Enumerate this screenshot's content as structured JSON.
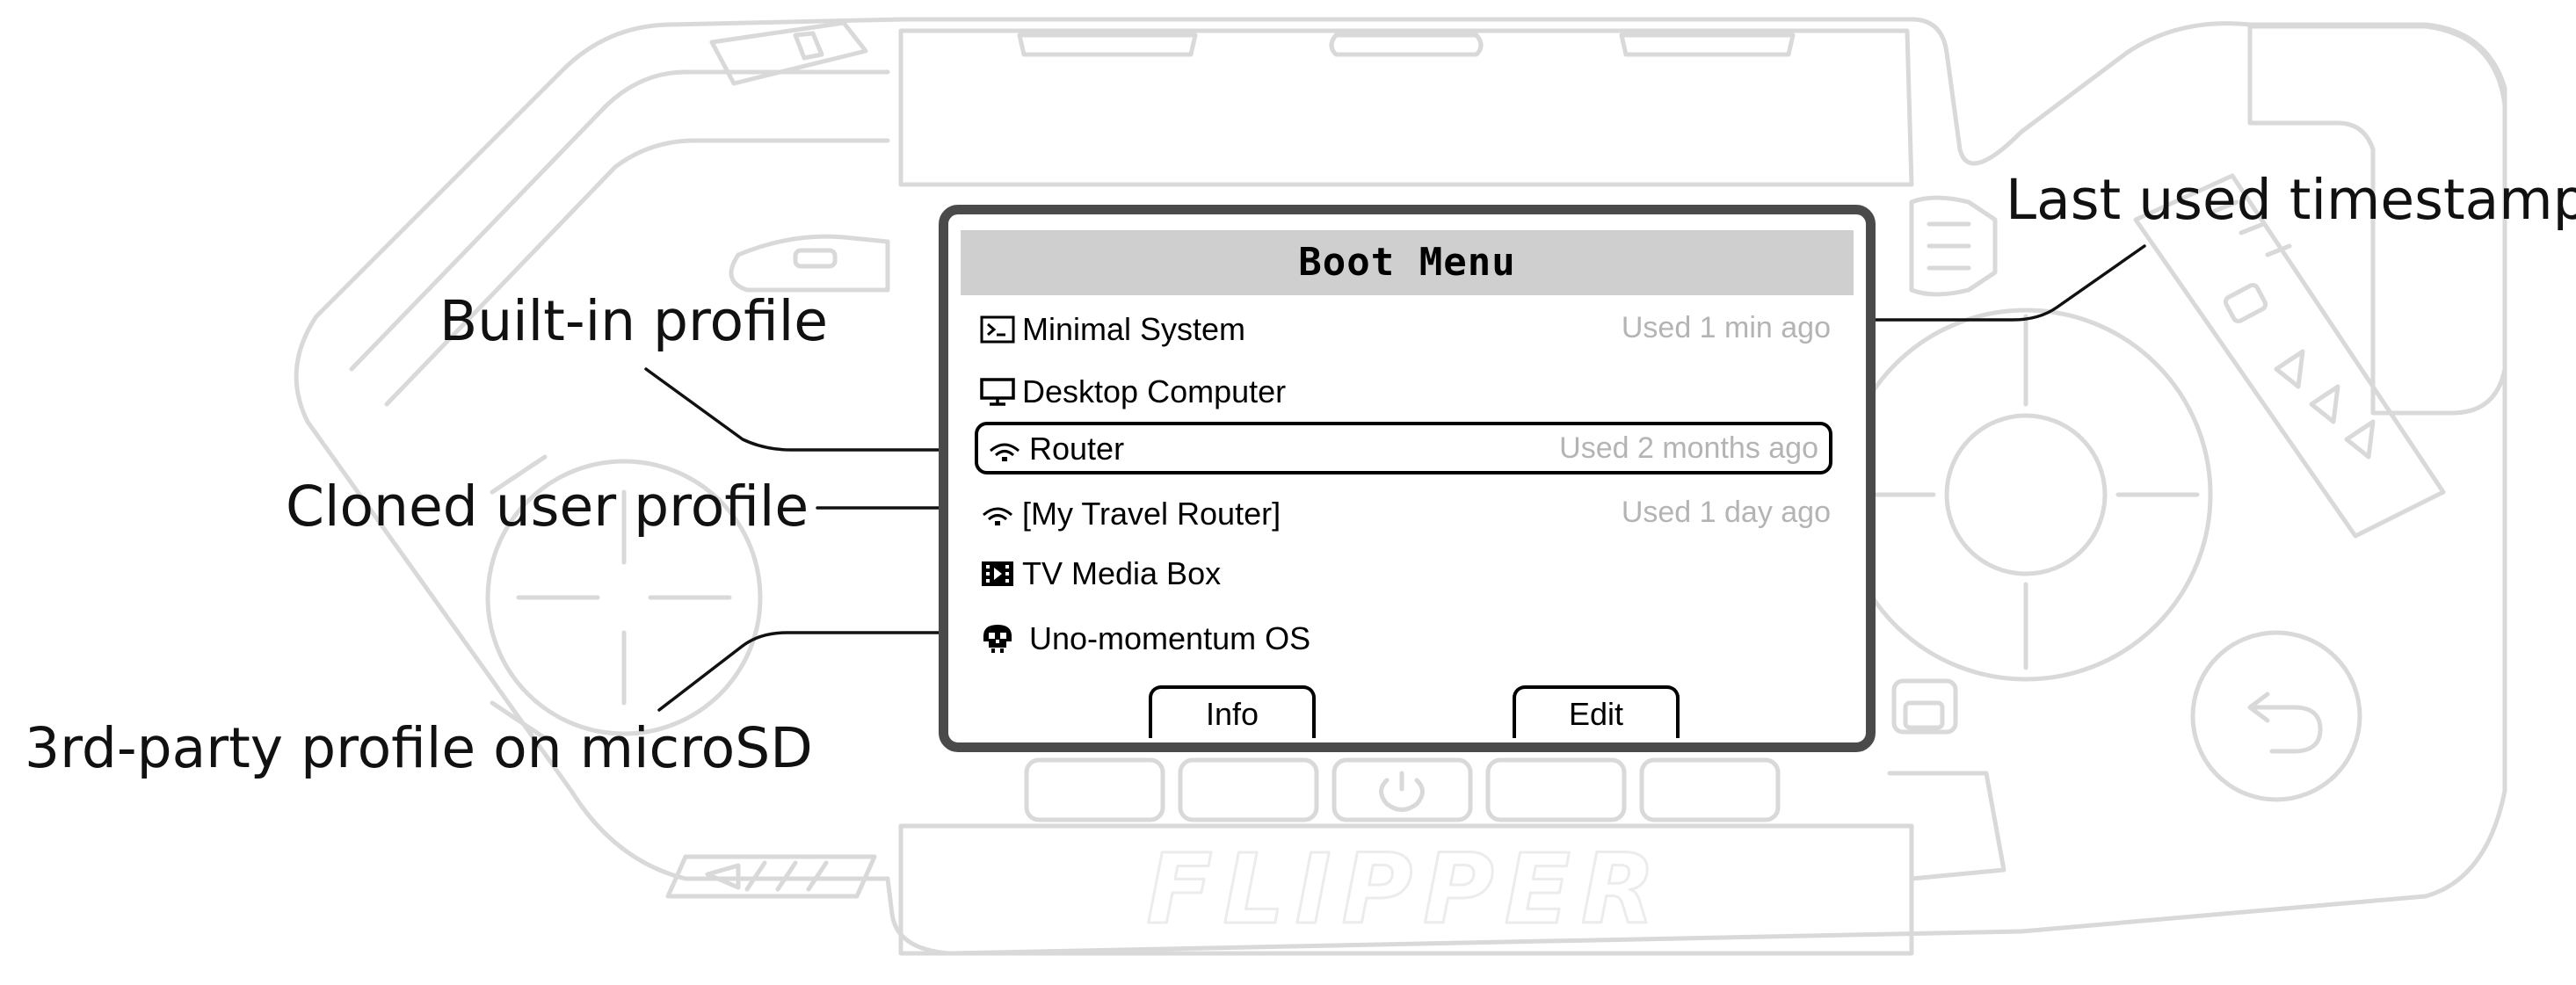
{
  "screen": {
    "title": "Boot Menu",
    "items": [
      {
        "icon": "terminal-icon",
        "label": "Minimal System",
        "timestamp": "Used 1 min ago"
      },
      {
        "icon": "monitor-icon",
        "label": "Desktop Computer",
        "timestamp": ""
      },
      {
        "icon": "wifi-icon",
        "label": "Router",
        "timestamp": "Used 2 months ago",
        "selected": true
      },
      {
        "icon": "wifi-icon",
        "label": "[My Travel Router]",
        "timestamp": "Used 1 day ago"
      },
      {
        "icon": "film-icon",
        "label": "TV Media Box",
        "timestamp": ""
      },
      {
        "icon": "skull-icon",
        "label": "Uno-momentum OS",
        "timestamp": ""
      }
    ],
    "softkeys": {
      "left": "Info",
      "right": "Edit"
    }
  },
  "callouts": {
    "builtin": "Built-in profile",
    "cloned": "Cloned user profile",
    "thirdparty": "3rd-party profile on microSD",
    "timestamp": "Last used timestamp"
  },
  "device": {
    "brand": "FLIPPER"
  },
  "colors": {
    "outline": "#d9d9d9",
    "screen_border": "#4a4a4a",
    "title_bar": "#cfcfcf",
    "timestamp_text": "#b4b4b4",
    "leader": "#111111"
  }
}
